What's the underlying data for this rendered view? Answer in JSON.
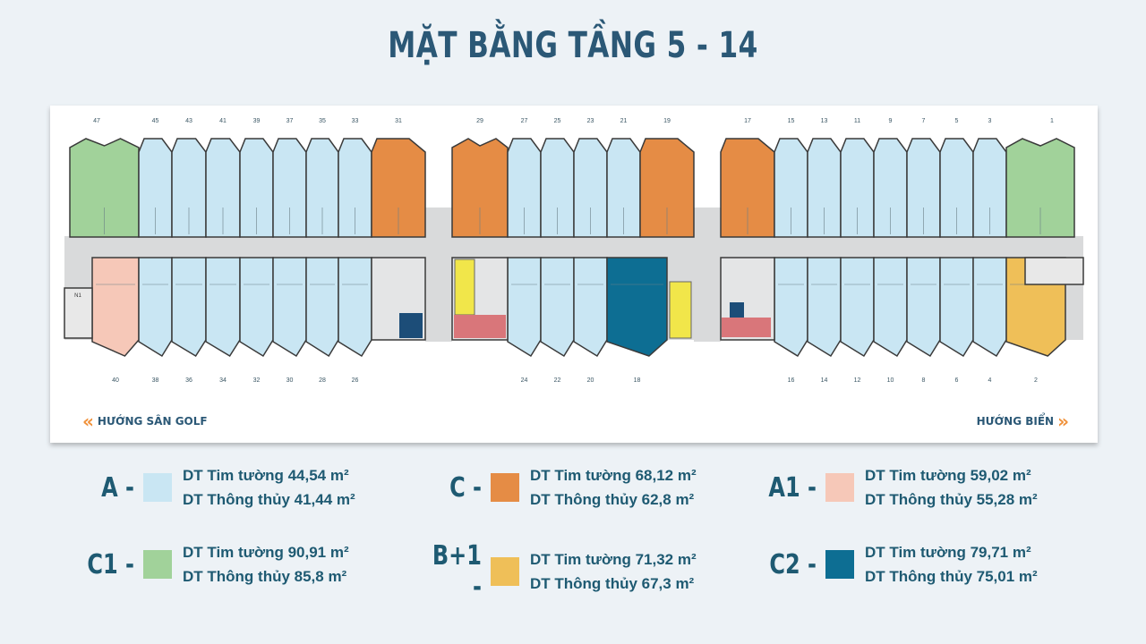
{
  "title": "MẶT BẰNG TẦNG 5 - 14",
  "directions": {
    "left": "HƯỚNG SÂN GOLF",
    "right": "HƯỚNG BIỂN",
    "left_icon": "double-chevron-left",
    "right_icon": "double-chevron-right"
  },
  "stair_label": "N1",
  "colors": {
    "A": "#c9e6f3",
    "C": "#e58c45",
    "A1": "#f6c8b8",
    "C1": "#a1d29a",
    "B+1": "#efbf58",
    "C2": "#0d6e93",
    "corridor": "#d9dadb",
    "lift": "#f1e64a",
    "core_red": "#d9767a"
  },
  "units_top": [
    {
      "no": "47",
      "type": "C1"
    },
    {
      "no": "45",
      "type": "A"
    },
    {
      "no": "43",
      "type": "A"
    },
    {
      "no": "41",
      "type": "A"
    },
    {
      "no": "39",
      "type": "A"
    },
    {
      "no": "37",
      "type": "A"
    },
    {
      "no": "35",
      "type": "A"
    },
    {
      "no": "33",
      "type": "A"
    },
    {
      "no": "31",
      "type": "C"
    },
    {
      "no": "29",
      "type": "C"
    },
    {
      "no": "27",
      "type": "A"
    },
    {
      "no": "25",
      "type": "A"
    },
    {
      "no": "23",
      "type": "A"
    },
    {
      "no": "21",
      "type": "A"
    },
    {
      "no": "19",
      "type": "C"
    },
    {
      "no": "17",
      "type": "C"
    },
    {
      "no": "15",
      "type": "A"
    },
    {
      "no": "13",
      "type": "A"
    },
    {
      "no": "11",
      "type": "A"
    },
    {
      "no": "9",
      "type": "A"
    },
    {
      "no": "7",
      "type": "A"
    },
    {
      "no": "5",
      "type": "A"
    },
    {
      "no": "3",
      "type": "A"
    },
    {
      "no": "1",
      "type": "C1"
    }
  ],
  "units_bottom": [
    {
      "no": "40",
      "type": "A1"
    },
    {
      "no": "38",
      "type": "A"
    },
    {
      "no": "36",
      "type": "A"
    },
    {
      "no": "34",
      "type": "A"
    },
    {
      "no": "32",
      "type": "A"
    },
    {
      "no": "30",
      "type": "A"
    },
    {
      "no": "28",
      "type": "A"
    },
    {
      "no": "26",
      "type": "A"
    },
    {
      "no": "24",
      "type": "A"
    },
    {
      "no": "22",
      "type": "A"
    },
    {
      "no": "20",
      "type": "A"
    },
    {
      "no": "18",
      "type": "C2"
    },
    {
      "no": "16",
      "type": "A"
    },
    {
      "no": "14",
      "type": "A"
    },
    {
      "no": "12",
      "type": "A"
    },
    {
      "no": "10",
      "type": "A"
    },
    {
      "no": "8",
      "type": "A"
    },
    {
      "no": "6",
      "type": "A"
    },
    {
      "no": "4",
      "type": "A"
    },
    {
      "no": "2",
      "type": "B+1"
    }
  ],
  "legend": [
    {
      "code": "A -",
      "type": "A",
      "line1": "DT Tim tường 44,54 m²",
      "line2": "DT Thông thủy 41,44 m²"
    },
    {
      "code": "C -",
      "type": "C",
      "line1": "DT Tim tường 68,12 m²",
      "line2": "DT Thông thủy 62,8 m²"
    },
    {
      "code": "A1 -",
      "type": "A1",
      "line1": "DT Tim tường 59,02 m²",
      "line2": "DT Thông thủy 55,28 m²"
    },
    {
      "code": "C1 -",
      "type": "C1",
      "line1": "DT Tim tường 90,91 m²",
      "line2": "DT Thông thủy 85,8 m²"
    },
    {
      "code": "B+1 -",
      "type": "B+1",
      "line1": "DT Tim tường 71,32 m²",
      "line2": "DT Thông thủy 67,3 m²"
    },
    {
      "code": "C2 -",
      "type": "C2",
      "line1": "DT Tim tường 79,71 m²",
      "line2": "DT Thông thủy 75,01 m²"
    }
  ]
}
